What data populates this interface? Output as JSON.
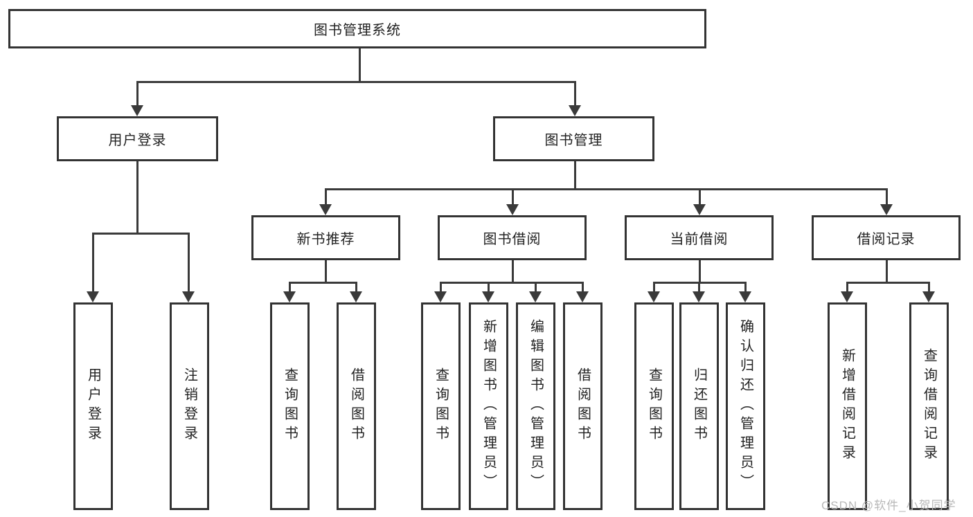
{
  "tree": {
    "root": {
      "label": "图书管理系统",
      "children": [
        {
          "label": "用户登录",
          "children": [
            {
              "label": "用户登录"
            },
            {
              "label": "注销登录"
            }
          ]
        },
        {
          "label": "图书管理",
          "children": [
            {
              "label": "新书推荐",
              "children": [
                {
                  "label": "查询图书"
                },
                {
                  "label": "借阅图书"
                }
              ]
            },
            {
              "label": "图书借阅",
              "children": [
                {
                  "label": "查询图书"
                },
                {
                  "label": "新增图书（管理员）"
                },
                {
                  "label": "编辑图书（管理员）"
                },
                {
                  "label": "借阅图书"
                }
              ]
            },
            {
              "label": "当前借阅",
              "children": [
                {
                  "label": "查询图书"
                },
                {
                  "label": "归还图书"
                },
                {
                  "label": "确认归还（管理员）"
                }
              ]
            },
            {
              "label": "借阅记录",
              "children": [
                {
                  "label": "新增借阅记录"
                },
                {
                  "label": "查询借阅记录"
                }
              ]
            }
          ]
        }
      ]
    }
  },
  "watermark": {
    "text": "CSDN @软件_小贺同学"
  },
  "colors": {
    "line": "#3a3a3a",
    "box_border": "#333333",
    "box_fill": "#ffffff",
    "text": "#222222",
    "watermark": "#b8b8b8",
    "background": "#ffffff"
  }
}
